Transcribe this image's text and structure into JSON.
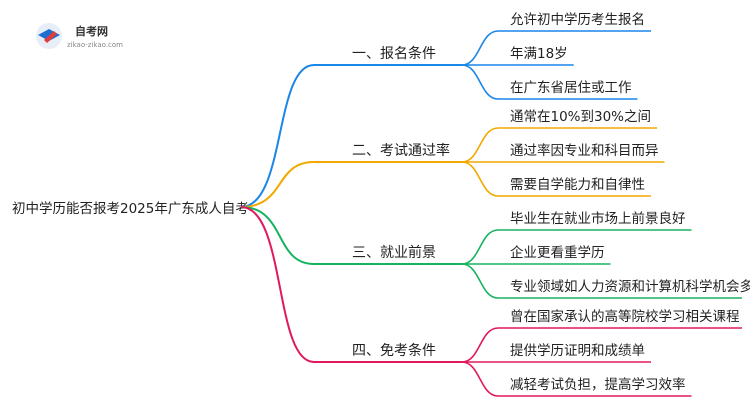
{
  "logo": {
    "name": "自考网",
    "url": "zikao-zikao.com",
    "colors": {
      "blue": "#1f6fd0",
      "red": "#e23b3b",
      "text": "#333333",
      "sub": "#888888"
    }
  },
  "root": {
    "label": "初中学历能否报考2025年广东成人自考"
  },
  "branches": [
    {
      "label": "一、报名条件",
      "color": "#1a86e8",
      "children": [
        "允许初中学历考生报名",
        "年满18岁",
        "在广东省居住或工作"
      ]
    },
    {
      "label": "二、考试通过率",
      "color": "#f2a900",
      "children": [
        "通常在10%到30%之间",
        "通过率因专业和科目而异",
        "需要自学能力和自律性"
      ]
    },
    {
      "label": "三、就业前景",
      "color": "#18b360",
      "children": [
        "毕业生在就业市场上前景良好",
        "企业更看重学历",
        "专业领域如人力资源和计算机科学机会多"
      ]
    },
    {
      "label": "四、免考条件",
      "color": "#e0195f",
      "children": [
        "曾在国家承认的高等院校学习相关课程",
        "提供学历证明和成绩单",
        "减轻考试负担，提高学习效率"
      ]
    }
  ]
}
